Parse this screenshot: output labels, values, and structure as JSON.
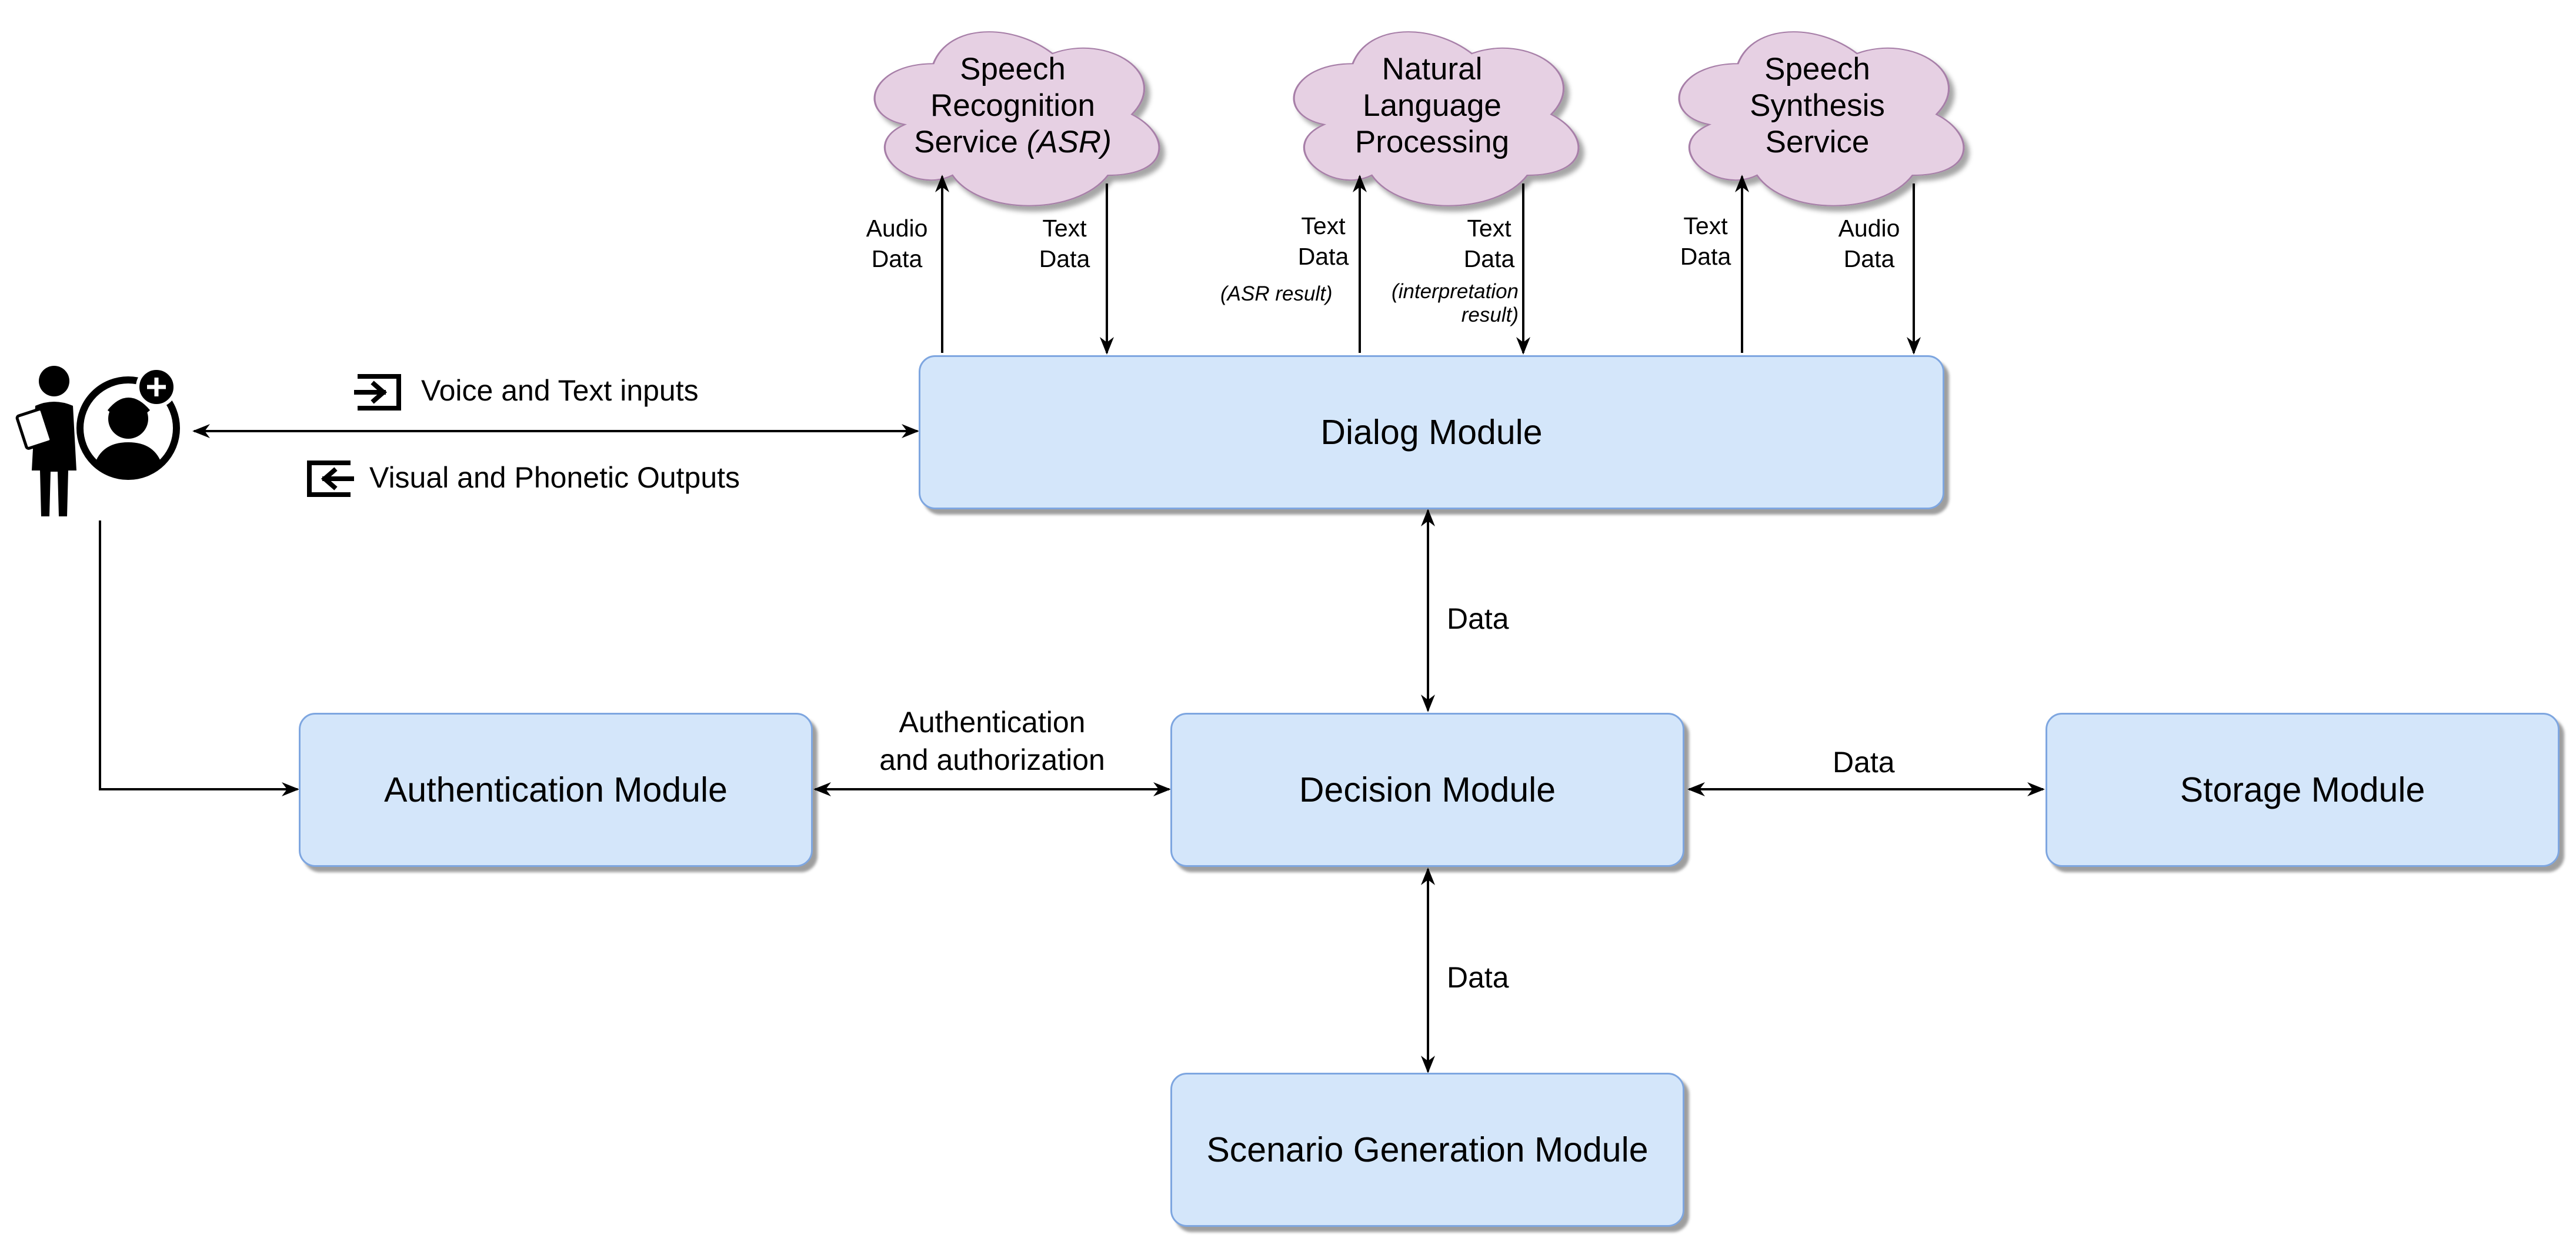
{
  "colors": {
    "module_fill": "#d4e6fa",
    "module_border": "#7ea6e0",
    "cloud_fill": "#e6d0e3",
    "cloud_border": "#a77fa8",
    "arrow": "#000000"
  },
  "icons": {
    "user": "operator-with-assistant-icon",
    "input": "sign-in-arrow-icon",
    "output": "sign-out-arrow-icon"
  },
  "services": {
    "asr": {
      "line1": "Speech",
      "line2": "Recognition",
      "line3_plain": "Service ",
      "line3_italic": "(ASR)"
    },
    "nlp": {
      "line1": "Natural",
      "line2": "Language",
      "line3": "Processing"
    },
    "tts": {
      "line1": "Speech",
      "line2": "Synthesis",
      "line3": "Service"
    }
  },
  "flows": {
    "asr_up": {
      "line1": "Audio",
      "line2": "Data"
    },
    "asr_down": {
      "line1": "Text",
      "line2": "Data"
    },
    "nlp_up": {
      "line1": "Text",
      "line2": "Data",
      "note": "(ASR result)"
    },
    "nlp_down": {
      "line1": "Text",
      "line2": "Data",
      "note1": "(interpretation",
      "note2": "result)"
    },
    "tts_up": {
      "line1": "Text",
      "line2": "Data"
    },
    "tts_down": {
      "line1": "Audio",
      "line2": "Data"
    }
  },
  "io": {
    "inputs": "Voice and Text inputs",
    "outputs": "Visual and Phonetic Outputs"
  },
  "modules": {
    "dialog": "Dialog Module",
    "authentication": "Authentication Module",
    "decision": "Decision Module",
    "storage": "Storage Module",
    "scenario": "Scenario Generation Module"
  },
  "links": {
    "dialog_decision": "Data",
    "auth_decision_line1": "Authentication",
    "auth_decision_line2": "and authorization",
    "decision_storage": "Data",
    "decision_scenario": "Data"
  }
}
